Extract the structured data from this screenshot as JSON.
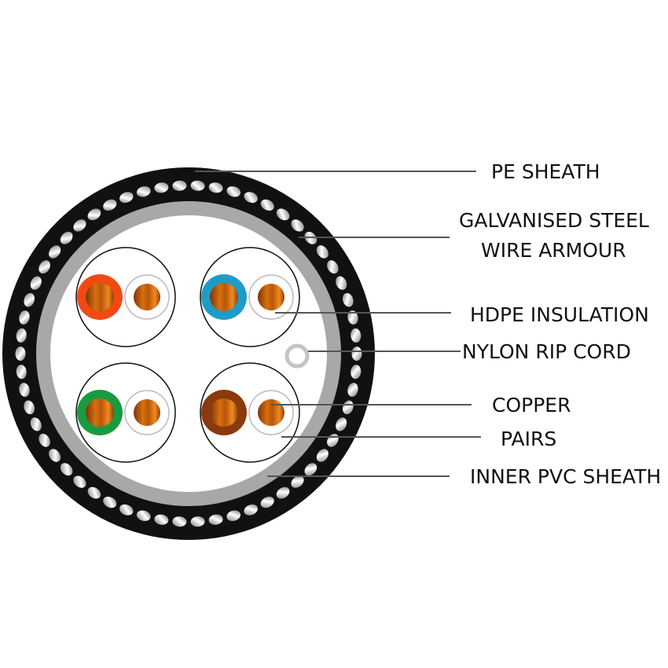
{
  "labels": {
    "pe_sheath": "PE SHEATH",
    "armour_line1": "GALVANISED STEEL",
    "armour_line2": "WIRE ARMOUR",
    "hdpe": "HDPE INSULATION",
    "rip_cord": "NYLON RIP CORD",
    "copper": "COPPER",
    "pairs": "PAIRS",
    "inner_pvc": "INNER PVC SHEATH"
  },
  "colors": {
    "pe_sheath": "#111111",
    "inner_pvc": "#a8a8a8",
    "copper": "#c8620e",
    "pair_colors": [
      "#f04a14",
      "#1e9cc8",
      "#1a9a40",
      "#8a3a0c"
    ]
  },
  "armour_wire_count": 58
}
